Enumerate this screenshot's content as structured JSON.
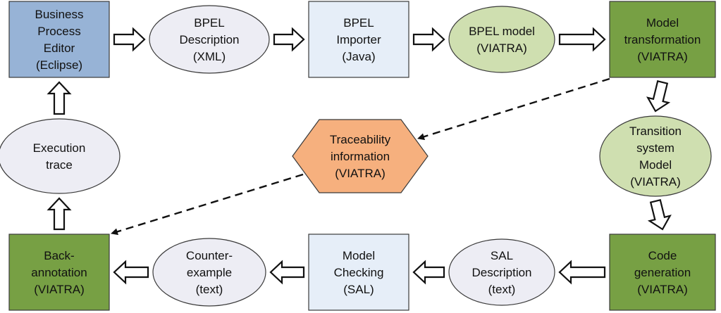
{
  "colors": {
    "blue_fill": "#97B3D6",
    "light_blue_fill": "#E6EEF8",
    "light_gray_fill": "#EDEDF4",
    "light_green_fill": "#CFDFB0",
    "dark_green_fill": "#77A044",
    "orange_fill": "#F6B07E",
    "stroke": "#3A3A3A",
    "arrow_stroke": "#111111"
  },
  "nodes": [
    {
      "id": "business-process-editor",
      "shape": "rect",
      "color": "blue_fill",
      "lines": [
        "Business",
        "Process",
        "Editor",
        "(Eclipse)"
      ]
    },
    {
      "id": "bpel-description",
      "shape": "ellipse",
      "color": "light_gray_fill",
      "lines": [
        "BPEL",
        "Description",
        "(XML)"
      ]
    },
    {
      "id": "bpel-importer",
      "shape": "rect",
      "color": "light_blue_fill",
      "lines": [
        "BPEL",
        "Importer",
        "(Java)"
      ]
    },
    {
      "id": "bpel-model",
      "shape": "ellipse",
      "color": "light_green_fill",
      "lines": [
        "BPEL model",
        "(VIATRA)"
      ]
    },
    {
      "id": "model-transformation",
      "shape": "rect",
      "color": "dark_green_fill",
      "lines": [
        "Model",
        "transformation",
        "(VIATRA)"
      ]
    },
    {
      "id": "execution-trace",
      "shape": "ellipse",
      "color": "light_gray_fill",
      "lines": [
        "Execution",
        "trace"
      ]
    },
    {
      "id": "traceability-information",
      "shape": "hexagon",
      "color": "orange_fill",
      "lines": [
        "Traceability",
        "information",
        "(VIATRA)"
      ]
    },
    {
      "id": "transition-system-model",
      "shape": "ellipse",
      "color": "light_green_fill",
      "lines": [
        "Transition",
        "system",
        "Model",
        "(VIATRA)"
      ]
    },
    {
      "id": "back-annotation",
      "shape": "rect",
      "color": "dark_green_fill",
      "lines": [
        "Back-",
        "annotation",
        "(VIATRA)"
      ]
    },
    {
      "id": "counter-example",
      "shape": "ellipse",
      "color": "light_gray_fill",
      "lines": [
        "Counter-",
        "example",
        "(text)"
      ]
    },
    {
      "id": "model-checking",
      "shape": "rect",
      "color": "light_blue_fill",
      "lines": [
        "Model",
        "Checking",
        "(SAL)"
      ]
    },
    {
      "id": "sal-description",
      "shape": "ellipse",
      "color": "light_gray_fill",
      "lines": [
        "SAL",
        "Description",
        "(text)"
      ]
    },
    {
      "id": "code-generation",
      "shape": "rect",
      "color": "dark_green_fill",
      "lines": [
        "Code",
        "generation",
        "(VIATRA)"
      ]
    }
  ],
  "flows": [
    {
      "from": "business-process-editor",
      "to": "bpel-description",
      "dir": "right"
    },
    {
      "from": "bpel-description",
      "to": "bpel-importer",
      "dir": "right"
    },
    {
      "from": "bpel-importer",
      "to": "bpel-model",
      "dir": "right"
    },
    {
      "from": "bpel-model",
      "to": "model-transformation",
      "dir": "right"
    },
    {
      "from": "model-transformation",
      "to": "transition-system-model",
      "dir": "down"
    },
    {
      "from": "transition-system-model",
      "to": "code-generation",
      "dir": "down"
    },
    {
      "from": "code-generation",
      "to": "sal-description",
      "dir": "left"
    },
    {
      "from": "sal-description",
      "to": "model-checking",
      "dir": "left"
    },
    {
      "from": "model-checking",
      "to": "counter-example",
      "dir": "left"
    },
    {
      "from": "counter-example",
      "to": "back-annotation",
      "dir": "left"
    },
    {
      "from": "back-annotation",
      "to": "execution-trace",
      "dir": "up"
    },
    {
      "from": "execution-trace",
      "to": "business-process-editor",
      "dir": "up"
    }
  ],
  "trace_links": [
    {
      "from": "model-transformation",
      "to": "traceability-information",
      "style": "dashed"
    },
    {
      "from": "traceability-information",
      "to": "back-annotation",
      "style": "dashed"
    }
  ]
}
